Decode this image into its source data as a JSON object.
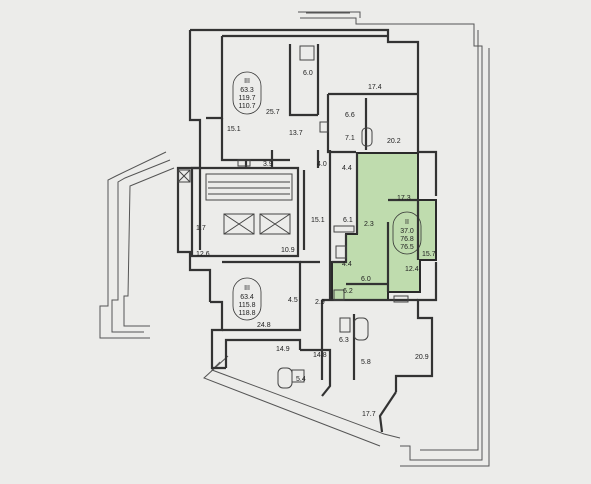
{
  "apartments": [
    {
      "id": "north",
      "rooms": "III",
      "area_living": "63.3",
      "area_total": "119.7",
      "area_total2": "110.7"
    },
    {
      "id": "east",
      "rooms": "II",
      "area_living": "37.0",
      "area_total": "76.8",
      "area_total2": "76.5"
    },
    {
      "id": "south",
      "rooms": "III",
      "area_living": "63.4",
      "area_total": "115.8",
      "area_total2": "118.8"
    }
  ],
  "room_labels": [
    "17.4",
    "6.0",
    "25.7",
    "6.6",
    "7.1",
    "20.2",
    "15.1",
    "13.7",
    "3.9",
    "4.0",
    "4.4",
    "17.3",
    "15.1",
    "6.1",
    "2.3",
    "1.7",
    "10.9",
    "15.7",
    "12.6",
    "4.4",
    "12.4",
    "6.0",
    "6.2",
    "4.5",
    "2.9",
    "24.8",
    "6.3",
    "14.9",
    "14.8",
    "5.4",
    "5.8",
    "20.9",
    "17.7"
  ],
  "colors": {
    "highlight": "#bfdcae",
    "wall": "#333333",
    "background": "#ececea"
  }
}
